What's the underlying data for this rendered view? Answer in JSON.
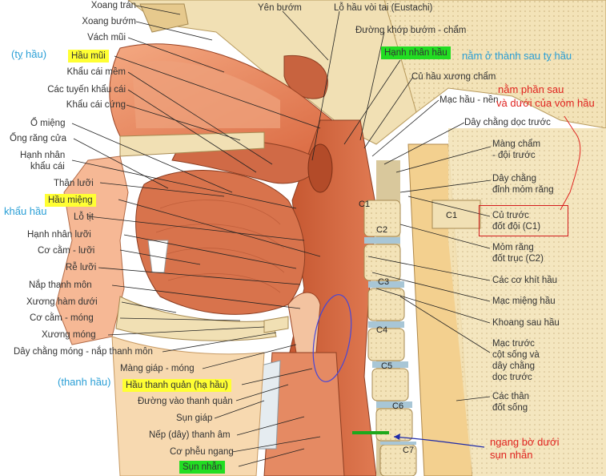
{
  "labels_left": [
    {
      "key": "xoang_tran",
      "text": "Xoang trán"
    },
    {
      "key": "xoang_buom",
      "text": "Xoang bướm"
    },
    {
      "key": "vach_mui",
      "text": "Vách mũi"
    },
    {
      "key": "hau_mui",
      "text": "Hầu mũi"
    },
    {
      "key": "khau_cai_mem",
      "text": "Khẩu cái mềm"
    },
    {
      "key": "tuyen_khau_cai",
      "text": "Các tuyến khẩu cái"
    },
    {
      "key": "khau_cai_cung",
      "text": "Khẩu cái cứng"
    },
    {
      "key": "o_mieng",
      "text": "Ổ miệng"
    },
    {
      "key": "ong_rang_cua",
      "text": "Ống răng cửa"
    },
    {
      "key": "hanh_nhan_kc_1",
      "text": "Hạnh nhân"
    },
    {
      "key": "hanh_nhan_kc_2",
      "text": "khẩu cái"
    },
    {
      "key": "than_luoi",
      "text": "Thân lưỡi"
    },
    {
      "key": "hau_mieng",
      "text": "Hầu miệng"
    },
    {
      "key": "lo_tit",
      "text": "Lỗ tịt"
    },
    {
      "key": "hanh_nhan_luoi",
      "text": "Hạnh nhân lưỡi"
    },
    {
      "key": "co_cam_luoi",
      "text": "Cơ cằm - lưỡi"
    },
    {
      "key": "re_luoi",
      "text": "Rễ lưỡi"
    },
    {
      "key": "nap_thanh_mon",
      "text": "Nắp thanh môn"
    },
    {
      "key": "xuong_ham_duoi",
      "text": "Xương hàm dưới"
    },
    {
      "key": "co_cam_mong",
      "text": "Cơ cằm - móng"
    },
    {
      "key": "xuong_mong",
      "text": "Xương móng"
    },
    {
      "key": "day_chang_mong",
      "text": "Dây chằng móng - nắp thanh môn"
    },
    {
      "key": "mang_giap_mong",
      "text": "Màng giáp - móng"
    },
    {
      "key": "hau_thanh_quan",
      "text": "Hầu thanh quản (hạ hầu)"
    },
    {
      "key": "duong_vao_tq",
      "text": "Đường vào thanh quản"
    },
    {
      "key": "sun_giap",
      "text": "Sụn giáp"
    },
    {
      "key": "nep_thanh_am",
      "text": "Nếp (dây) thanh âm"
    },
    {
      "key": "co_pheu_ngang",
      "text": "Cơ phễu ngang"
    },
    {
      "key": "sun_nhan",
      "text": "Sụn nhẫn"
    }
  ],
  "labels_top": [
    {
      "key": "yen_buom",
      "text": "Yên bướm"
    },
    {
      "key": "lo_hau_voi",
      "text": "Lỗ hầu vòi tai (Eustachi)"
    },
    {
      "key": "duong_khop",
      "text": "Đường khớp bướm - chẩm"
    },
    {
      "key": "hanh_nhan_hau",
      "text": "Hạnh nhân hầu"
    }
  ],
  "labels_right": [
    {
      "key": "cu_hau_xuong_cham",
      "text": "Củ hầu xương chẩm"
    },
    {
      "key": "mac_hau_nen",
      "text": "Mạc hầu - nền"
    },
    {
      "key": "day_chang_doc_truoc",
      "text": "Dây chằng dọc trước"
    },
    {
      "key": "mang_cham_1",
      "text": "Màng chẩm"
    },
    {
      "key": "mang_cham_2",
      "text": "- đội trước"
    },
    {
      "key": "day_chang_dinh_1",
      "text": "Dây chằng"
    },
    {
      "key": "day_chang_dinh_2",
      "text": "đỉnh mỏm răng"
    },
    {
      "key": "cu_truoc_1",
      "text": "Củ trước"
    },
    {
      "key": "cu_truoc_2",
      "text": "đốt đội (C1)"
    },
    {
      "key": "mom_rang_1",
      "text": "Mỏm răng"
    },
    {
      "key": "mom_rang_2",
      "text": "đốt trục (C2)"
    },
    {
      "key": "co_khit_hau",
      "text": "Các cơ khít hầu"
    },
    {
      "key": "mac_mieng_hau",
      "text": "Mạc miệng hầu"
    },
    {
      "key": "khoang_sau_hau",
      "text": "Khoang sau hầu"
    },
    {
      "key": "mac_truoc_1",
      "text": "Mạc trước"
    },
    {
      "key": "mac_truoc_2",
      "text": "cột sống và"
    },
    {
      "key": "mac_truoc_3",
      "text": "dây chằng"
    },
    {
      "key": "mac_truoc_4",
      "text": "dọc trước"
    },
    {
      "key": "cac_than_1",
      "text": "Các thân"
    },
    {
      "key": "cac_than_2",
      "text": "đốt sống"
    }
  ],
  "vertebra_labels": [
    "C1",
    "C1",
    "C2",
    "C3",
    "C4",
    "C5",
    "C6",
    "C7"
  ],
  "annotations": {
    "ty_hau": "(tỵ hầu)",
    "khau_hau": "khẩu hầu",
    "thanh_hau": "(thanh hầu)",
    "nam_o_thanh_sau": "nằm ở thành sau tỵ hầu",
    "nam_phan_sau_1": "nằm phần sau",
    "nam_phan_sau_2": "và dưới của vòm hầu",
    "ngang_bo_duoi_1": "ngang bờ dưới",
    "ngang_bo_duoi_2": "sụn nhẫn"
  },
  "colors": {
    "highlight_yellow": "#ffff33",
    "highlight_green": "#22dd22",
    "annotation_blue": "#2a9fd6",
    "annotation_red": "#e0231f",
    "tissue": "#e8825f",
    "bone": "#f3e3b8"
  }
}
